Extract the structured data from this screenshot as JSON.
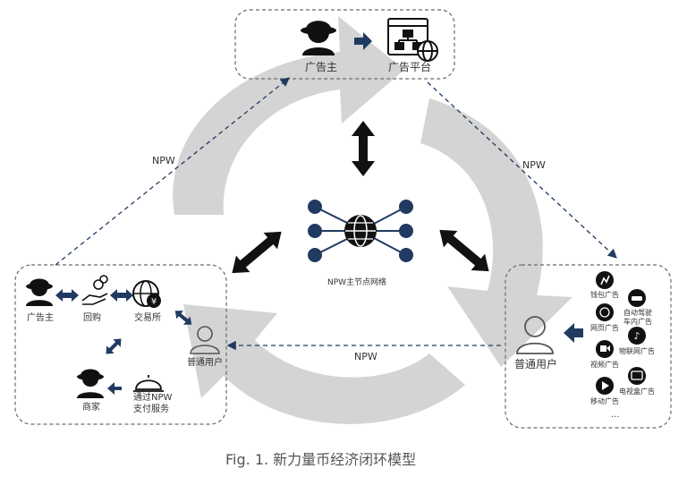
{
  "top_box": {
    "advertiser_label": "广告主",
    "ad_platform_label": "广告平台"
  },
  "center": {
    "node_label": "NPW主节点网络"
  },
  "left_box": {
    "advertiser_label": "广告主",
    "buyback_label": "回购",
    "exchange_label": "交易所",
    "user_label": "普通用户",
    "merchant_label": "商家",
    "payment_label_line1": "通过NPW",
    "payment_label_line2": "支付服务"
  },
  "right_box": {
    "user_label": "普通用户",
    "ads": [
      {
        "line1": "钱包广告",
        "line2": "",
        "icon": "lightning-icon"
      },
      {
        "line1": "自动驾驶",
        "line2": "车内广告",
        "icon": "car-icon"
      },
      {
        "line1": "网页广告",
        "line2": "",
        "icon": "globe-icon"
      },
      {
        "line1": "物联网广告",
        "line2": "",
        "icon": "music-note-icon"
      },
      {
        "line1": "视频广告",
        "line2": "",
        "icon": "video-camera-icon"
      },
      {
        "line1": "电视盒广告",
        "line2": "",
        "icon": "tv-icon"
      },
      {
        "line1": "移动广告",
        "line2": "",
        "icon": "play-icon"
      }
    ],
    "ellipsis": "..."
  },
  "flows": {
    "left_npw": "NPW",
    "right_npw": "NPW",
    "bottom_npw": "NPW"
  },
  "caption": "Fig. 1. 新力量币经济闭环模型",
  "colors": {
    "ring": "#d4d4d4",
    "arrow_navy": "#213a61",
    "black": "#111111",
    "box_border": "#6a6a6a",
    "text": "#333333"
  }
}
